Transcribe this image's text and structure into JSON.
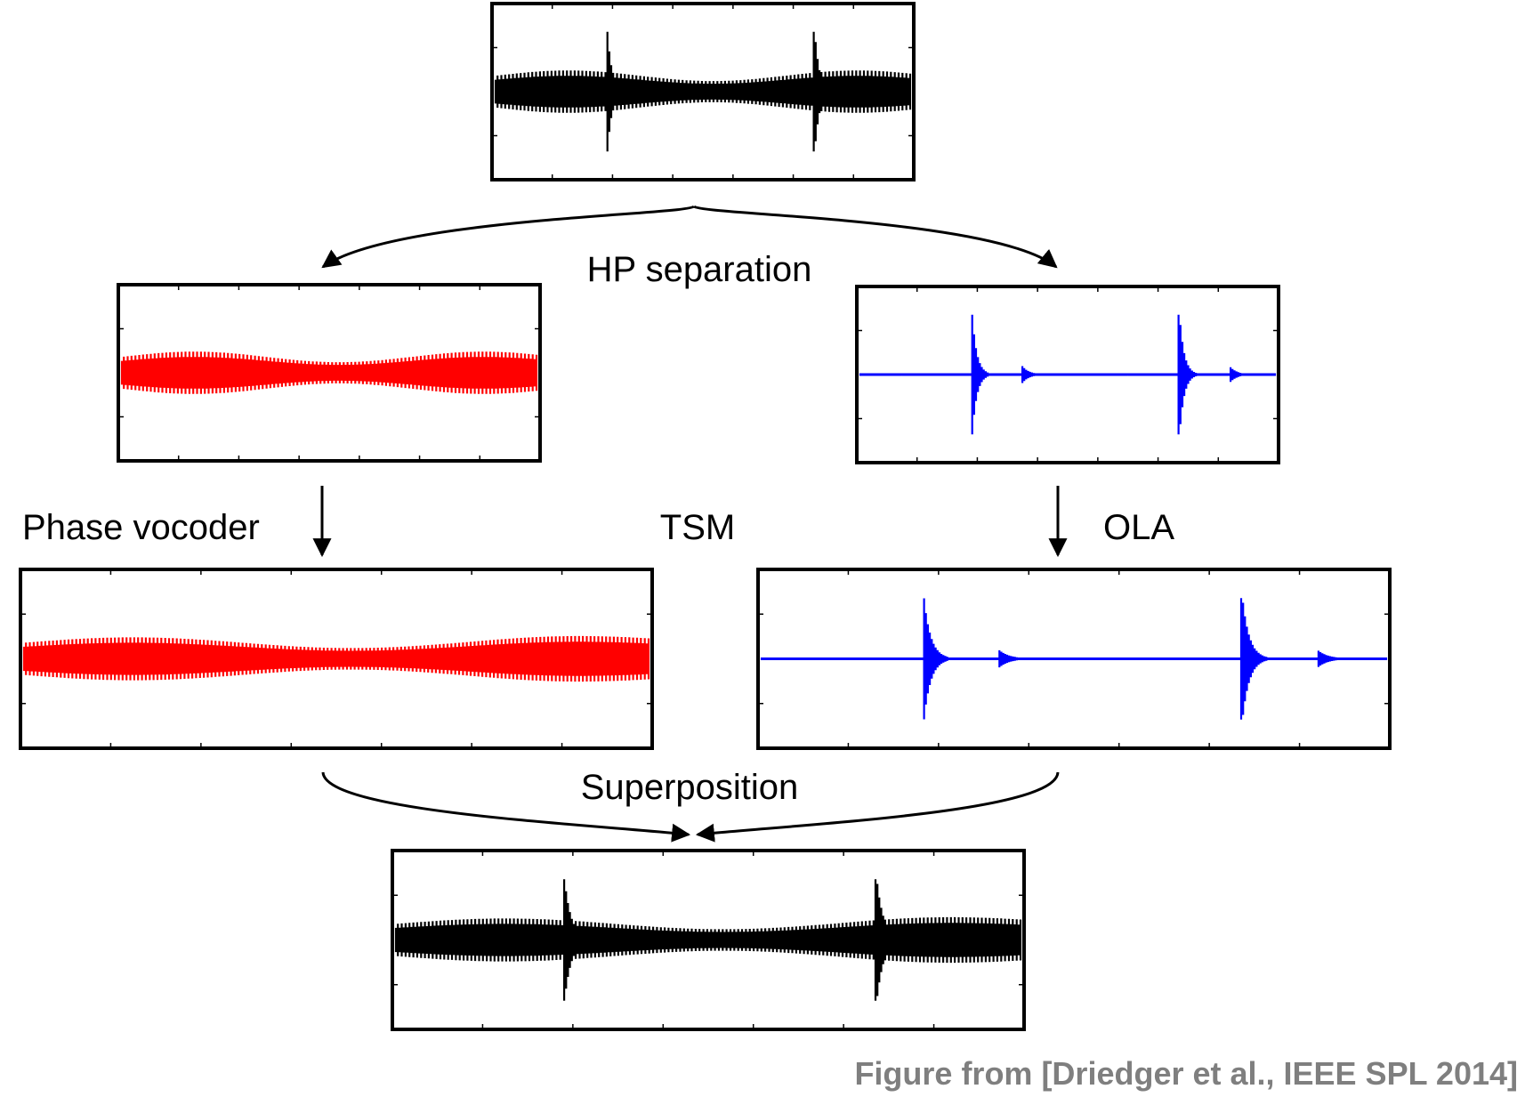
{
  "labels": {
    "hp_separation": "HP separation",
    "phase_vocoder": "Phase vocoder",
    "tsm": "TSM",
    "ola": "OLA",
    "superposition": "Superposition"
  },
  "caption": "Figure from [Driedger et al., IEEE SPL 2014]",
  "colors": {
    "original": "#000000",
    "harmonic": "#ff0000",
    "percussive": "#0000ff",
    "result": "#000000",
    "caption": "#7f7f7f"
  },
  "plots": [
    {
      "id": "original",
      "color": "original",
      "kind": "mixture",
      "transients": [
        0.27,
        0.77
      ],
      "widthFactor": 1.0
    },
    {
      "id": "harmonic",
      "color": "harmonic",
      "kind": "harmonic",
      "transients": [],
      "widthFactor": 1.0
    },
    {
      "id": "percussive",
      "color": "percussive",
      "kind": "percussive",
      "transients": [
        0.27,
        0.77
      ],
      "widthFactor": 1.0
    },
    {
      "id": "harmonic-stretched",
      "color": "harmonic",
      "kind": "harmonic",
      "transients": [],
      "widthFactor": 1.5
    },
    {
      "id": "percussive-stretched",
      "color": "percussive",
      "kind": "percussive",
      "transients": [
        0.26,
        0.77
      ],
      "widthFactor": 1.5
    },
    {
      "id": "result",
      "color": "result",
      "kind": "mixture",
      "transients": [
        0.27,
        0.77
      ],
      "widthFactor": 1.5
    }
  ]
}
